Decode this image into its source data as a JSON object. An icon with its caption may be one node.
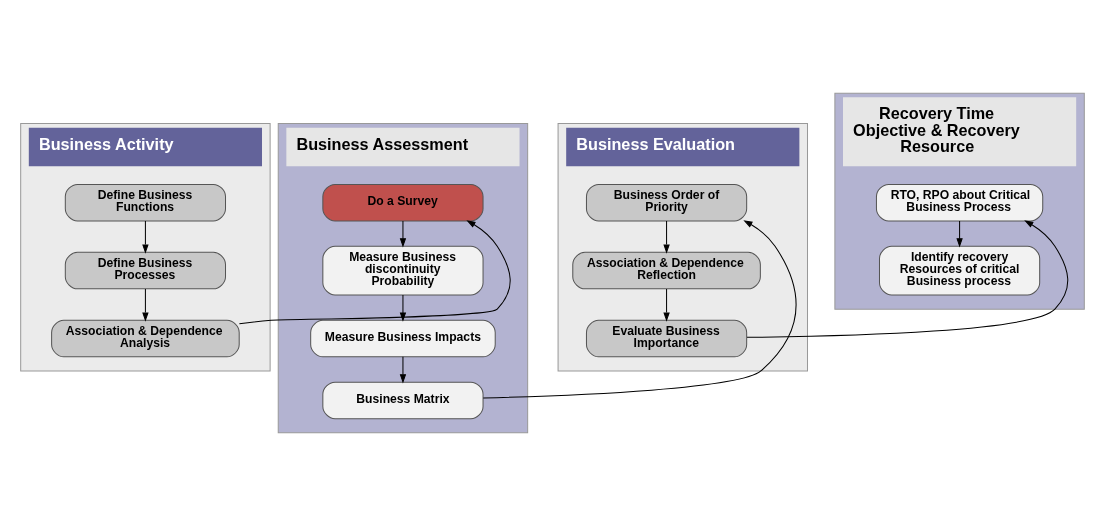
{
  "diagram": {
    "nodes": [
      {
        "text": [
          "Business Activity"
        ]
      },
      {
        "text": [
          "Define Business Functions"
        ],
        "in": 0
      },
      {
        "text": [
          "Define Business Processes"
        ],
        "in": 0
      },
      {
        "text": [
          "Association & Dependence Analysis"
        ],
        "in": 0
      },
      {
        "text": [
          "Business Assessment"
        ]
      },
      {
        "text": [
          "Do a Survey"
        ],
        "in": 4
      },
      {
        "text": [
          "Measure Business discontinuity Probability"
        ],
        "in": 4
      },
      {
        "text": [
          "Measure Business Impacts"
        ],
        "in": 4
      },
      {
        "text": [
          "Business Matrix"
        ],
        "in": 4
      },
      {
        "text": [
          "Business Evaluation"
        ]
      },
      {
        "text": [
          "Business Order of Priority"
        ],
        "in": 9
      },
      {
        "text": [
          "Association & Dependence Reflection"
        ],
        "in": 9
      },
      {
        "text": [
          "Evaluate Business Importance"
        ],
        "in": 9
      },
      {
        "text": [
          "Recovery Time Objective & Recovery Resource"
        ]
      },
      {
        "text": [
          "RTO, RPO about Critical Business Process"
        ],
        "in": 13
      },
      {
        "text": [
          "Identify recovery Resources of critical Business process"
        ],
        "in": 13
      }
    ],
    "edges": [
      {
        "from": 1,
        "to": 2,
        "arrow": "to"
      },
      {
        "from": 2,
        "to": 3,
        "arrow": "to"
      },
      {
        "from": 3,
        "to": 5,
        "arrow": "to"
      },
      {
        "from": 5,
        "to": 6,
        "arrow": "to"
      },
      {
        "from": 6,
        "to": 7,
        "arrow": "to"
      },
      {
        "from": 7,
        "to": 8,
        "arrow": "to"
      },
      {
        "from": 8,
        "to": 10,
        "arrow": "to"
      },
      {
        "from": 10,
        "to": 11,
        "arrow": "to"
      },
      {
        "from": 11,
        "to": 12,
        "arrow": "to"
      },
      {
        "from": 12,
        "to": 14,
        "arrow": "to"
      },
      {
        "from": 14,
        "to": 15,
        "arrow": "to"
      }
    ]
  }
}
